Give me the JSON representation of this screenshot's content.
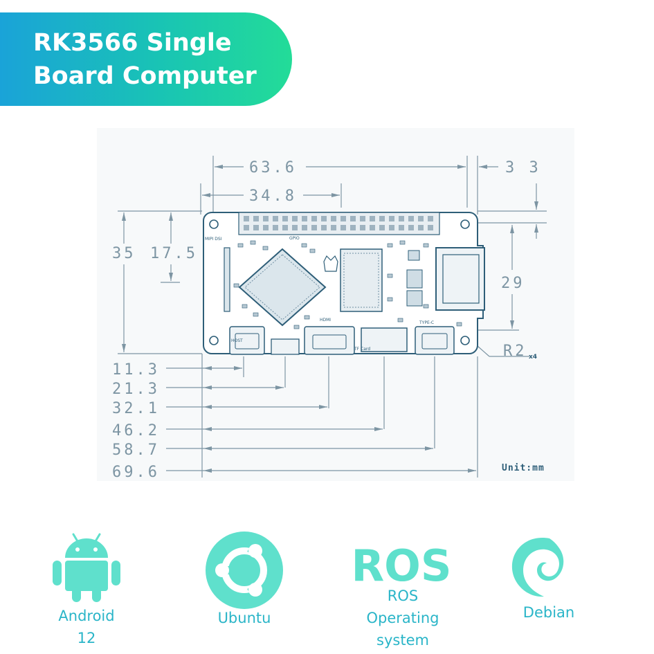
{
  "banner": {
    "title_line1": "RK3566 Single",
    "title_line2": "Board Computer"
  },
  "diagram": {
    "top_dims": [
      "63.6",
      "34.8",
      "3 3"
    ],
    "left_dims": [
      "35",
      "17.5"
    ],
    "right_dims": [
      "29",
      "R2"
    ],
    "corner_note": "x4",
    "bottom_dims": [
      "11.3",
      "21.3",
      "32.1",
      "46.2",
      "58.7",
      "69.6"
    ],
    "unit": "Unit:mm",
    "board_labels": {
      "mipi": "MIPI DSI",
      "gpio": "GPIO",
      "host": "HOST",
      "hdmi": "HDMI",
      "tf": "TF Card",
      "typec": "TYPE-C"
    }
  },
  "os_support": [
    {
      "name_line1": "Android",
      "name_line2": "12",
      "icon": "android-icon"
    },
    {
      "name_line1": "Ubuntu",
      "icon": "ubuntu-icon"
    },
    {
      "logo_text": "ROS",
      "name_line1": "ROS",
      "name_line2": "Operating",
      "name_line3": "system",
      "icon": "ros-logo"
    },
    {
      "name_line1": "Debian",
      "icon": "debian-icon"
    }
  ],
  "colors": {
    "banner_start": "#1aa3d8",
    "banner_end": "#23dc98",
    "drawing": "#7d95a3",
    "board_line": "#2e5e78",
    "icon": "#5fe0cc",
    "os_text": "#2ab5c8"
  }
}
